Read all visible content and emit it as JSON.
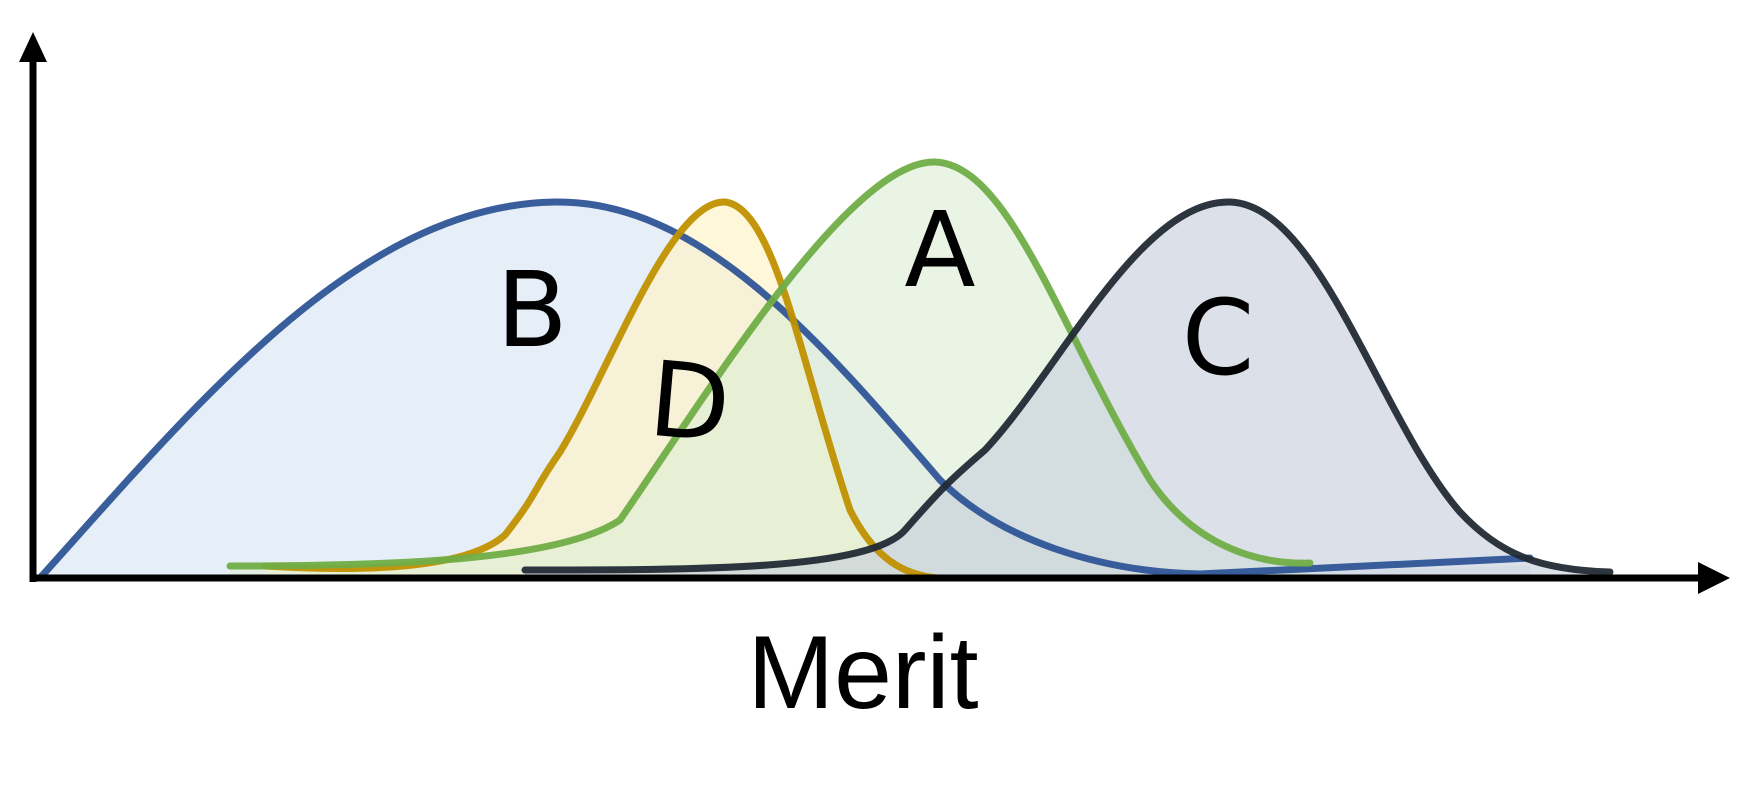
{
  "diagram": {
    "x_axis_label": "Merit",
    "curves": [
      {
        "id": "B",
        "label": "B",
        "stroke": "#2F5597",
        "fill": "#D6E5F3"
      },
      {
        "id": "D",
        "label": "D",
        "stroke": "#C09000",
        "fill": "#FFF2C4"
      },
      {
        "id": "A",
        "label": "A",
        "stroke": "#70AD47",
        "fill": "#DDEED4"
      },
      {
        "id": "C",
        "label": "C",
        "stroke": "#222A35",
        "fill": "#C6CFDC"
      }
    ],
    "axis_color": "#000000"
  }
}
